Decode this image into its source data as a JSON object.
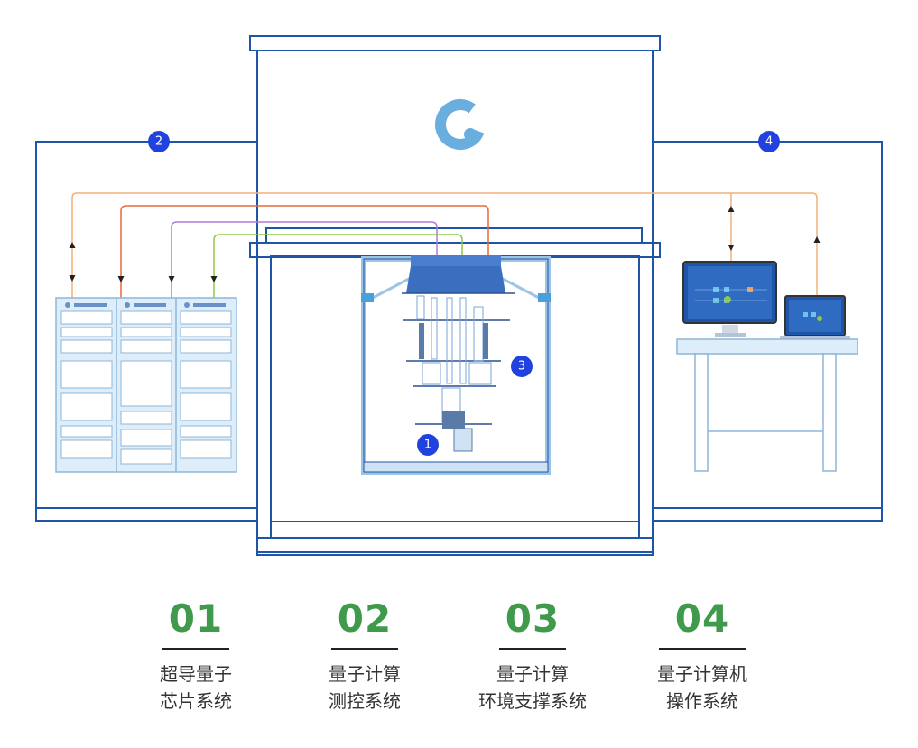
{
  "badges": [
    "1",
    "2",
    "3",
    "4"
  ],
  "systems": [
    {
      "num": "01",
      "line1": "超导量子",
      "line2": "芯片系统"
    },
    {
      "num": "02",
      "line1": "量子计算",
      "line2": "测控系统"
    },
    {
      "num": "03",
      "line1": "量子计算",
      "line2": "环境支撑系统"
    },
    {
      "num": "04",
      "line1": "量子计算机",
      "line2": "操作系统"
    }
  ],
  "colors": {
    "frame": "#1e55a6",
    "badge": "#2242e0",
    "accent_green": "#3f9a4c",
    "cable_orange_light": "#f0b07a",
    "cable_orange": "#e8683a",
    "cable_purple": "#b07ad8",
    "cable_green": "#8fc84a",
    "logo": "#6aaee0"
  },
  "icons": [
    "logo-icon",
    "control-cabinet-icon",
    "dilution-refrigerator-icon",
    "monitor-icon",
    "laptop-icon"
  ]
}
